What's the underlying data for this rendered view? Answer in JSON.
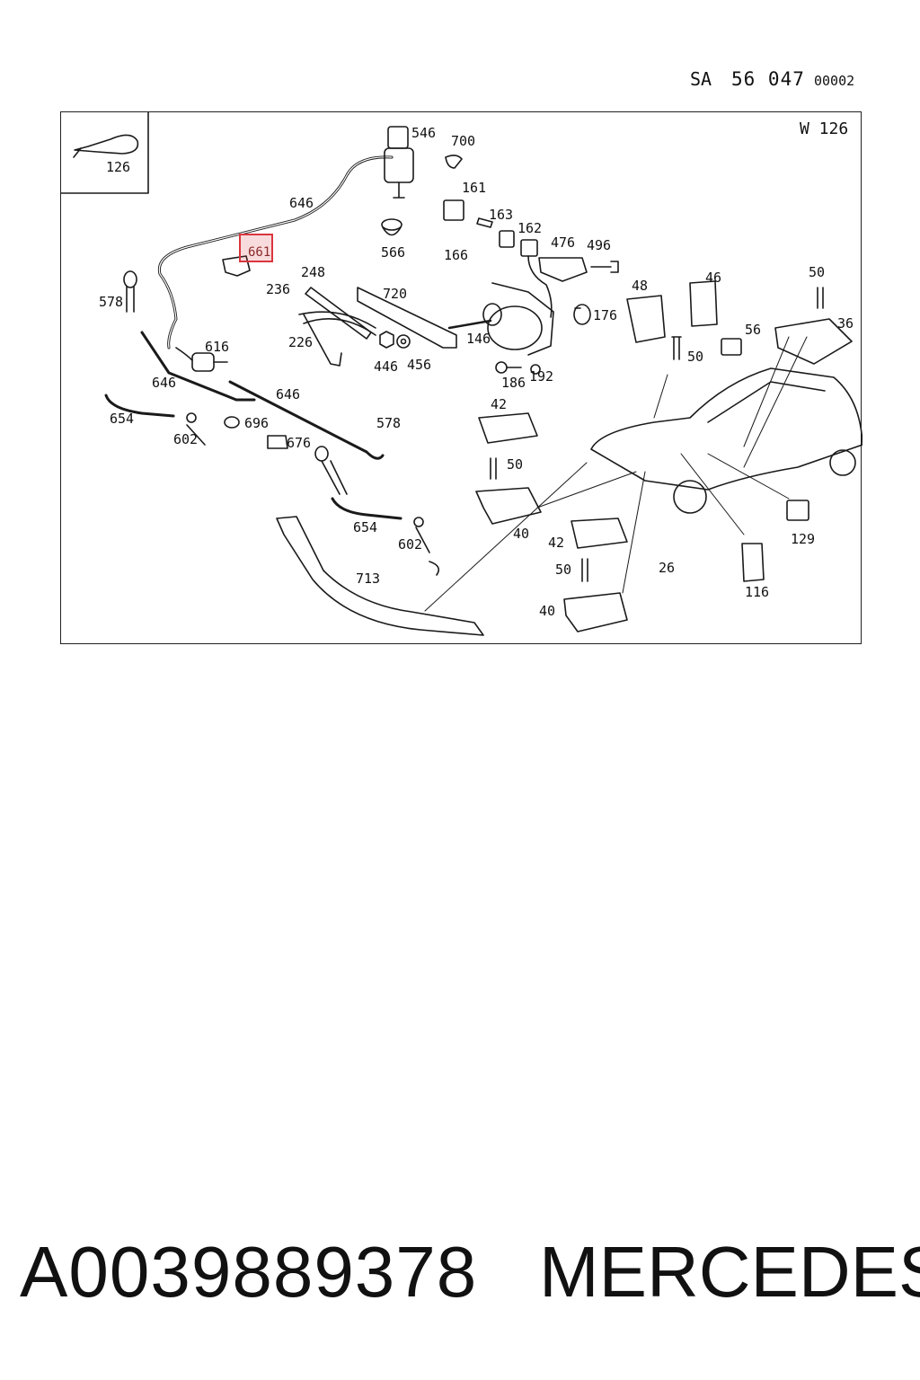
{
  "header": {
    "prefix": "SA",
    "number": "56 047",
    "sequence": "00002"
  },
  "diagram": {
    "model": "W 126",
    "inset_label": "126",
    "callouts": [
      "546",
      "700",
      "161",
      "163",
      "162",
      "476",
      "496",
      "46",
      "50",
      "36",
      "646",
      "661",
      "566",
      "166",
      "48",
      "56",
      "176",
      "578",
      "248",
      "236",
      "720",
      "146",
      "616",
      "226",
      "446",
      "456",
      "186",
      "192",
      "50",
      "646",
      "646",
      "654",
      "602",
      "696",
      "676",
      "578",
      "42",
      "50",
      "129",
      "654",
      "602",
      "40",
      "42",
      "50",
      "26",
      "116",
      "40",
      "713"
    ],
    "highlighted": "661"
  },
  "footer": {
    "part_number": "A0039889378",
    "brand": "MERCEDES"
  },
  "colors": {
    "line": "#1a1a1a",
    "highlight": "#d9363e"
  }
}
